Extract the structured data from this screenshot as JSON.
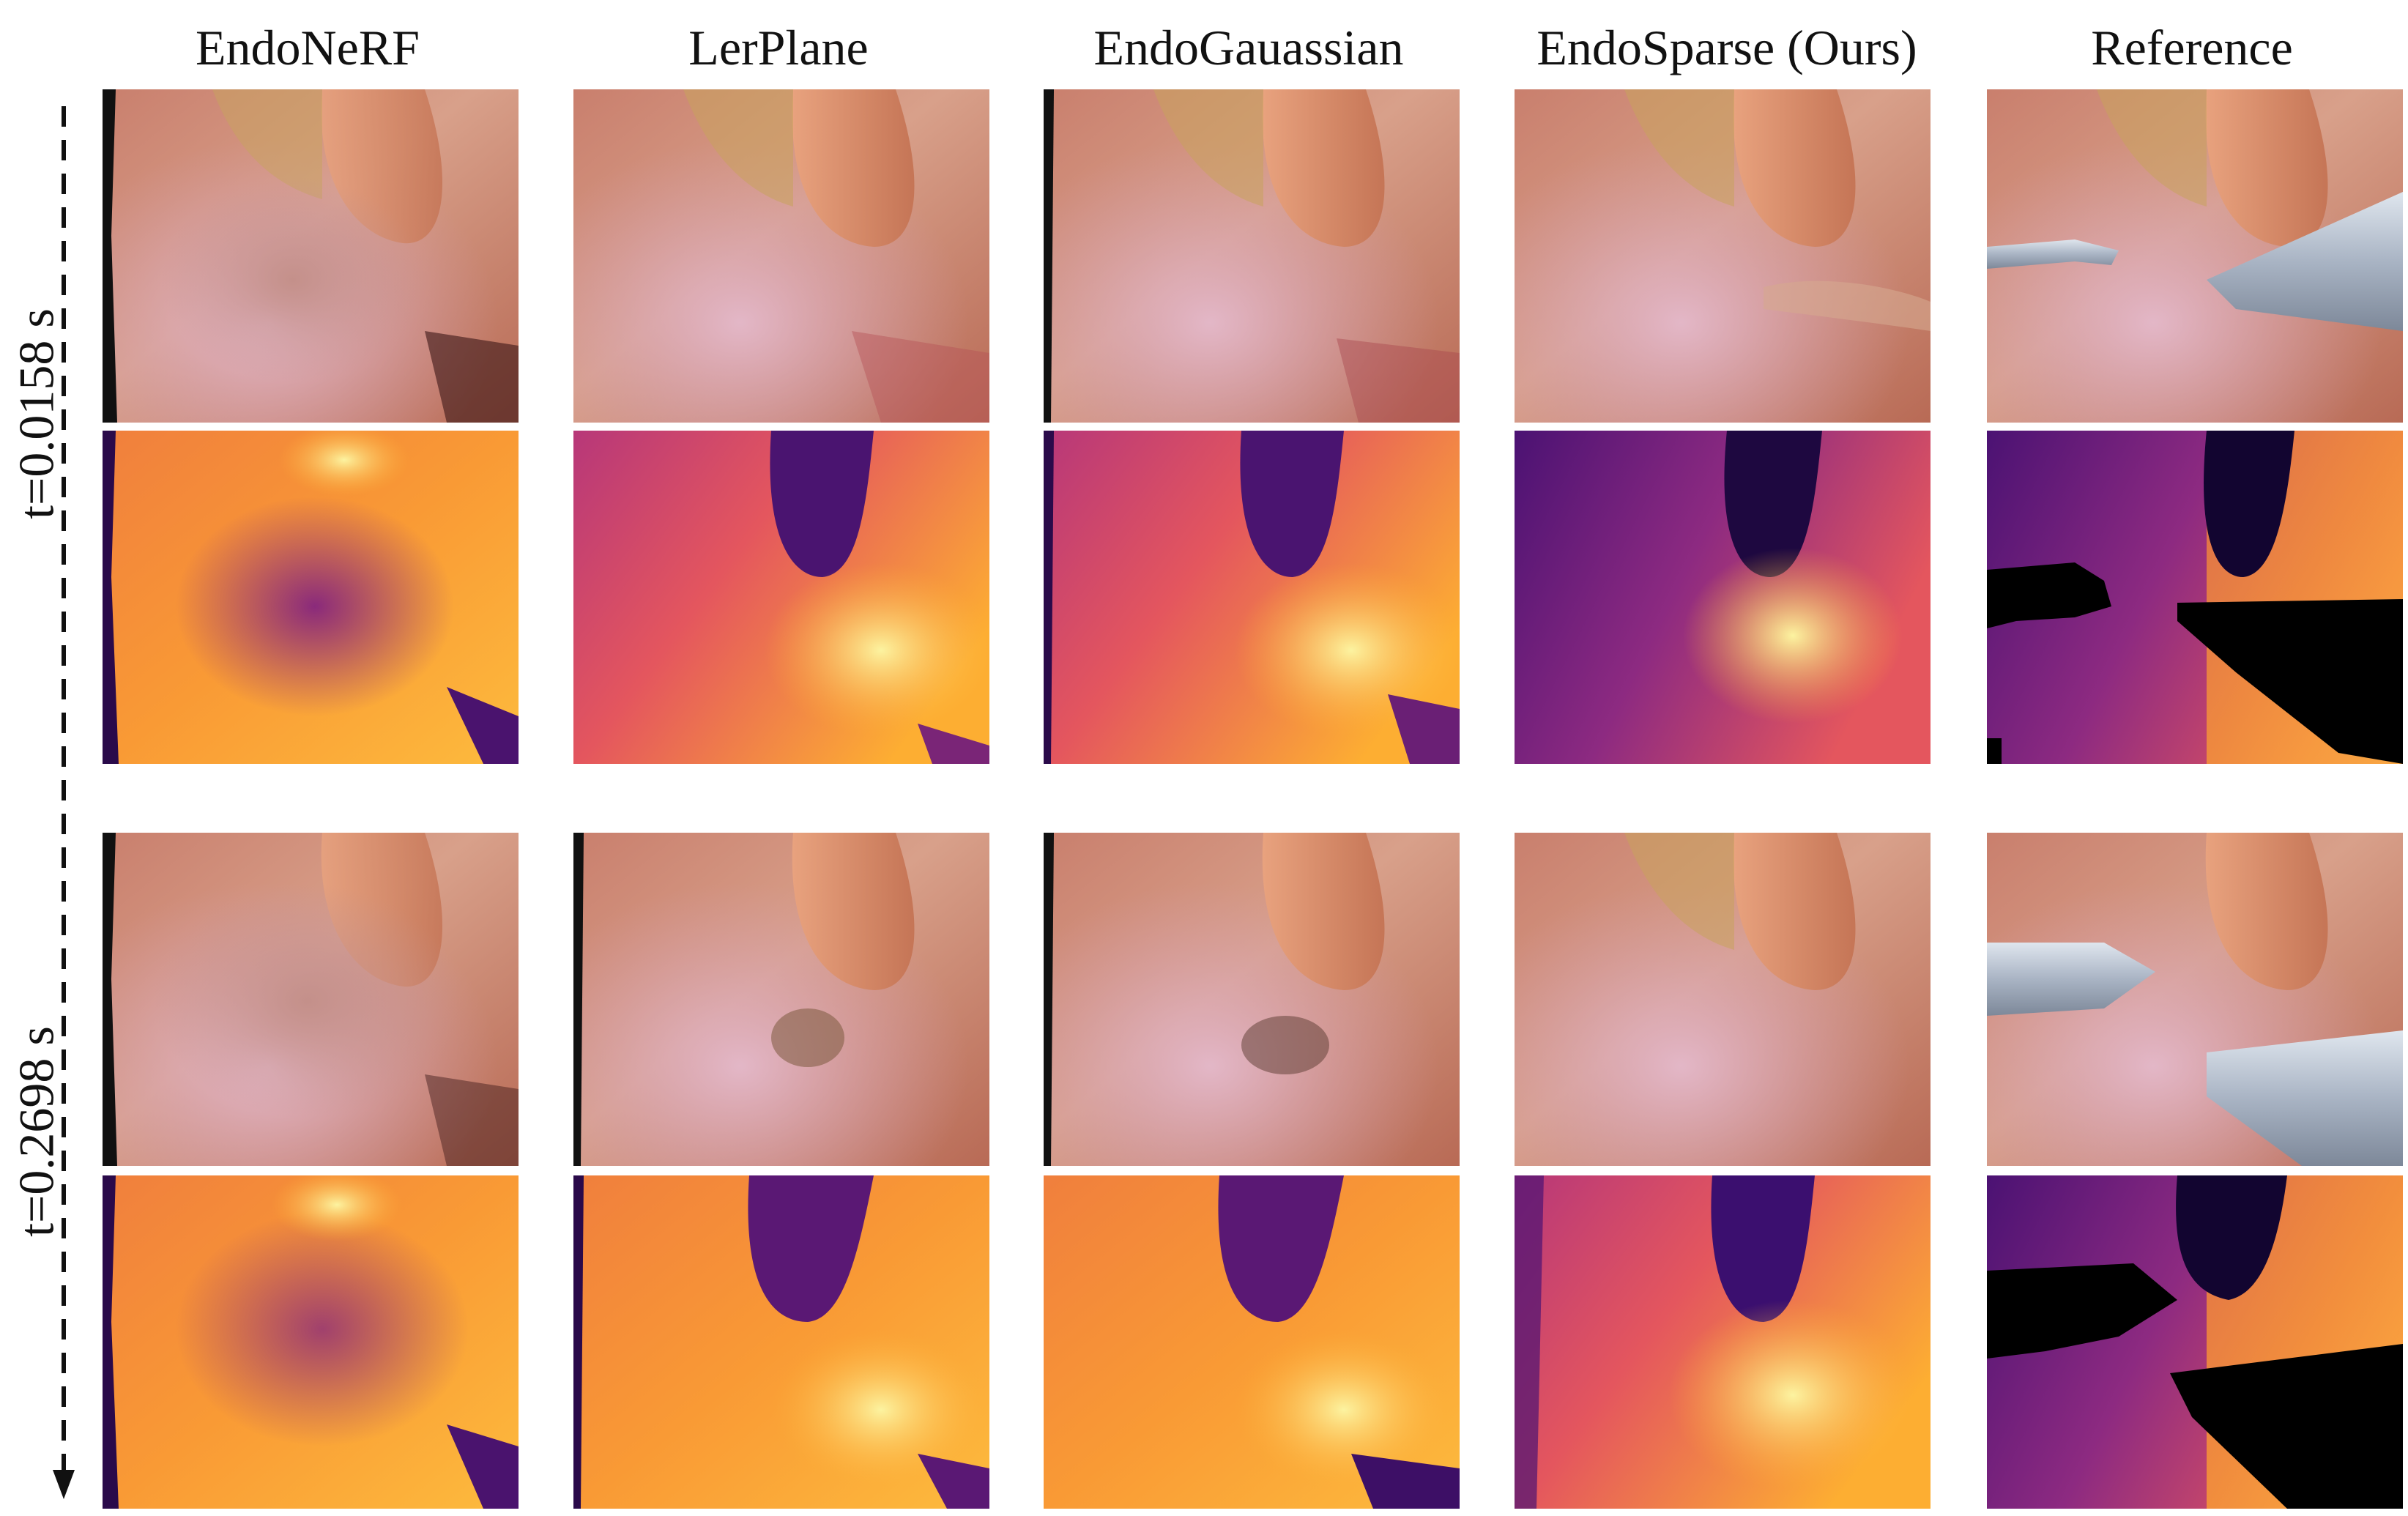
{
  "columns": [
    {
      "label": "EndoNeRF"
    },
    {
      "label": "LerPlane"
    },
    {
      "label": "EndoGauassian"
    },
    {
      "label": "EndoSparse (Ours)"
    },
    {
      "label": "Reference"
    }
  ],
  "time_labels": [
    "t=0.0158 s",
    "t=0.2698 s"
  ],
  "colors": {
    "tissue_base": "#d99a7e",
    "tissue_pink": "#d6a8b8",
    "depth_far": "#3b0f6f",
    "depth_mid": "#d9467a",
    "depth_near": "#fdae32",
    "mask": "#000000",
    "axis": "#111111"
  }
}
